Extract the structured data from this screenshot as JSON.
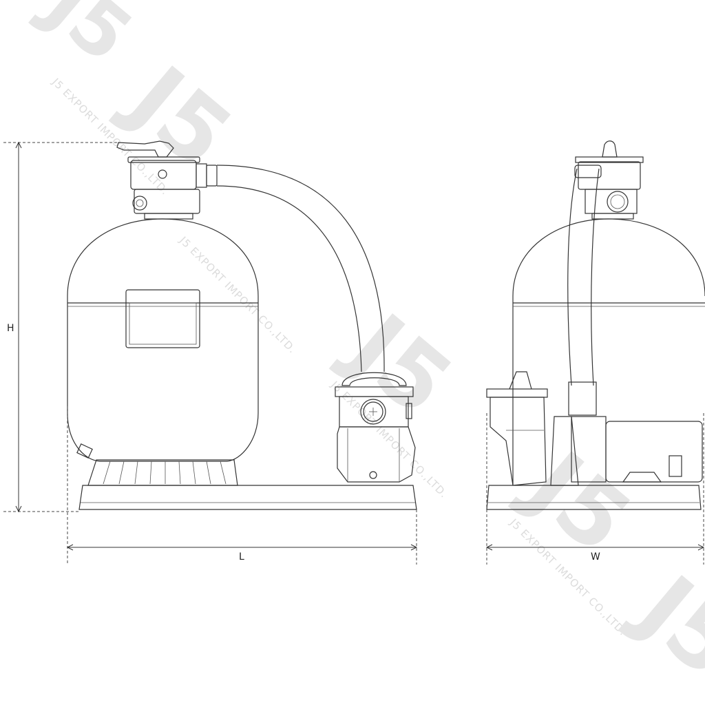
{
  "dimensions": {
    "height_label": "H",
    "length_label": "L",
    "width_label": "W"
  },
  "watermark": {
    "logo": "J5",
    "text": "J5 EXPORT IMPORT CO.,LTD."
  }
}
